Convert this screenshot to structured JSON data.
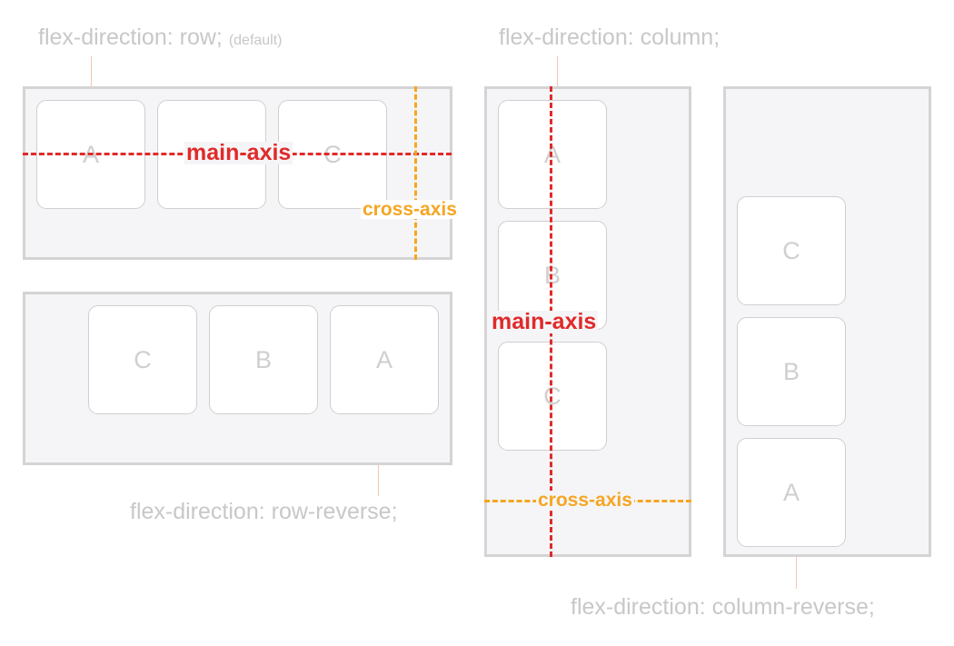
{
  "labels": {
    "row": "flex-direction: row;",
    "row_default": "(default)",
    "row_reverse": "flex-direction: row-reverse;",
    "column": "flex-direction: column;",
    "column_reverse": "flex-direction: column-reverse;"
  },
  "axes": {
    "main_axis": "main-axis",
    "cross_axis": "cross-axis"
  },
  "diagrams": {
    "row": {
      "items": [
        "A",
        "B",
        "C"
      ]
    },
    "row_reverse": {
      "items": [
        "C",
        "B",
        "A"
      ]
    },
    "column": {
      "items": [
        "A",
        "B",
        "C"
      ]
    },
    "column_reverse": {
      "items": [
        "C",
        "B",
        "A"
      ]
    }
  },
  "colors": {
    "main_axis": "#e02a2a",
    "cross_axis": "#f5a623",
    "container_bg": "#f5f5f7",
    "container_border": "#d4d4d4",
    "label_text": "#c8c8c8"
  }
}
